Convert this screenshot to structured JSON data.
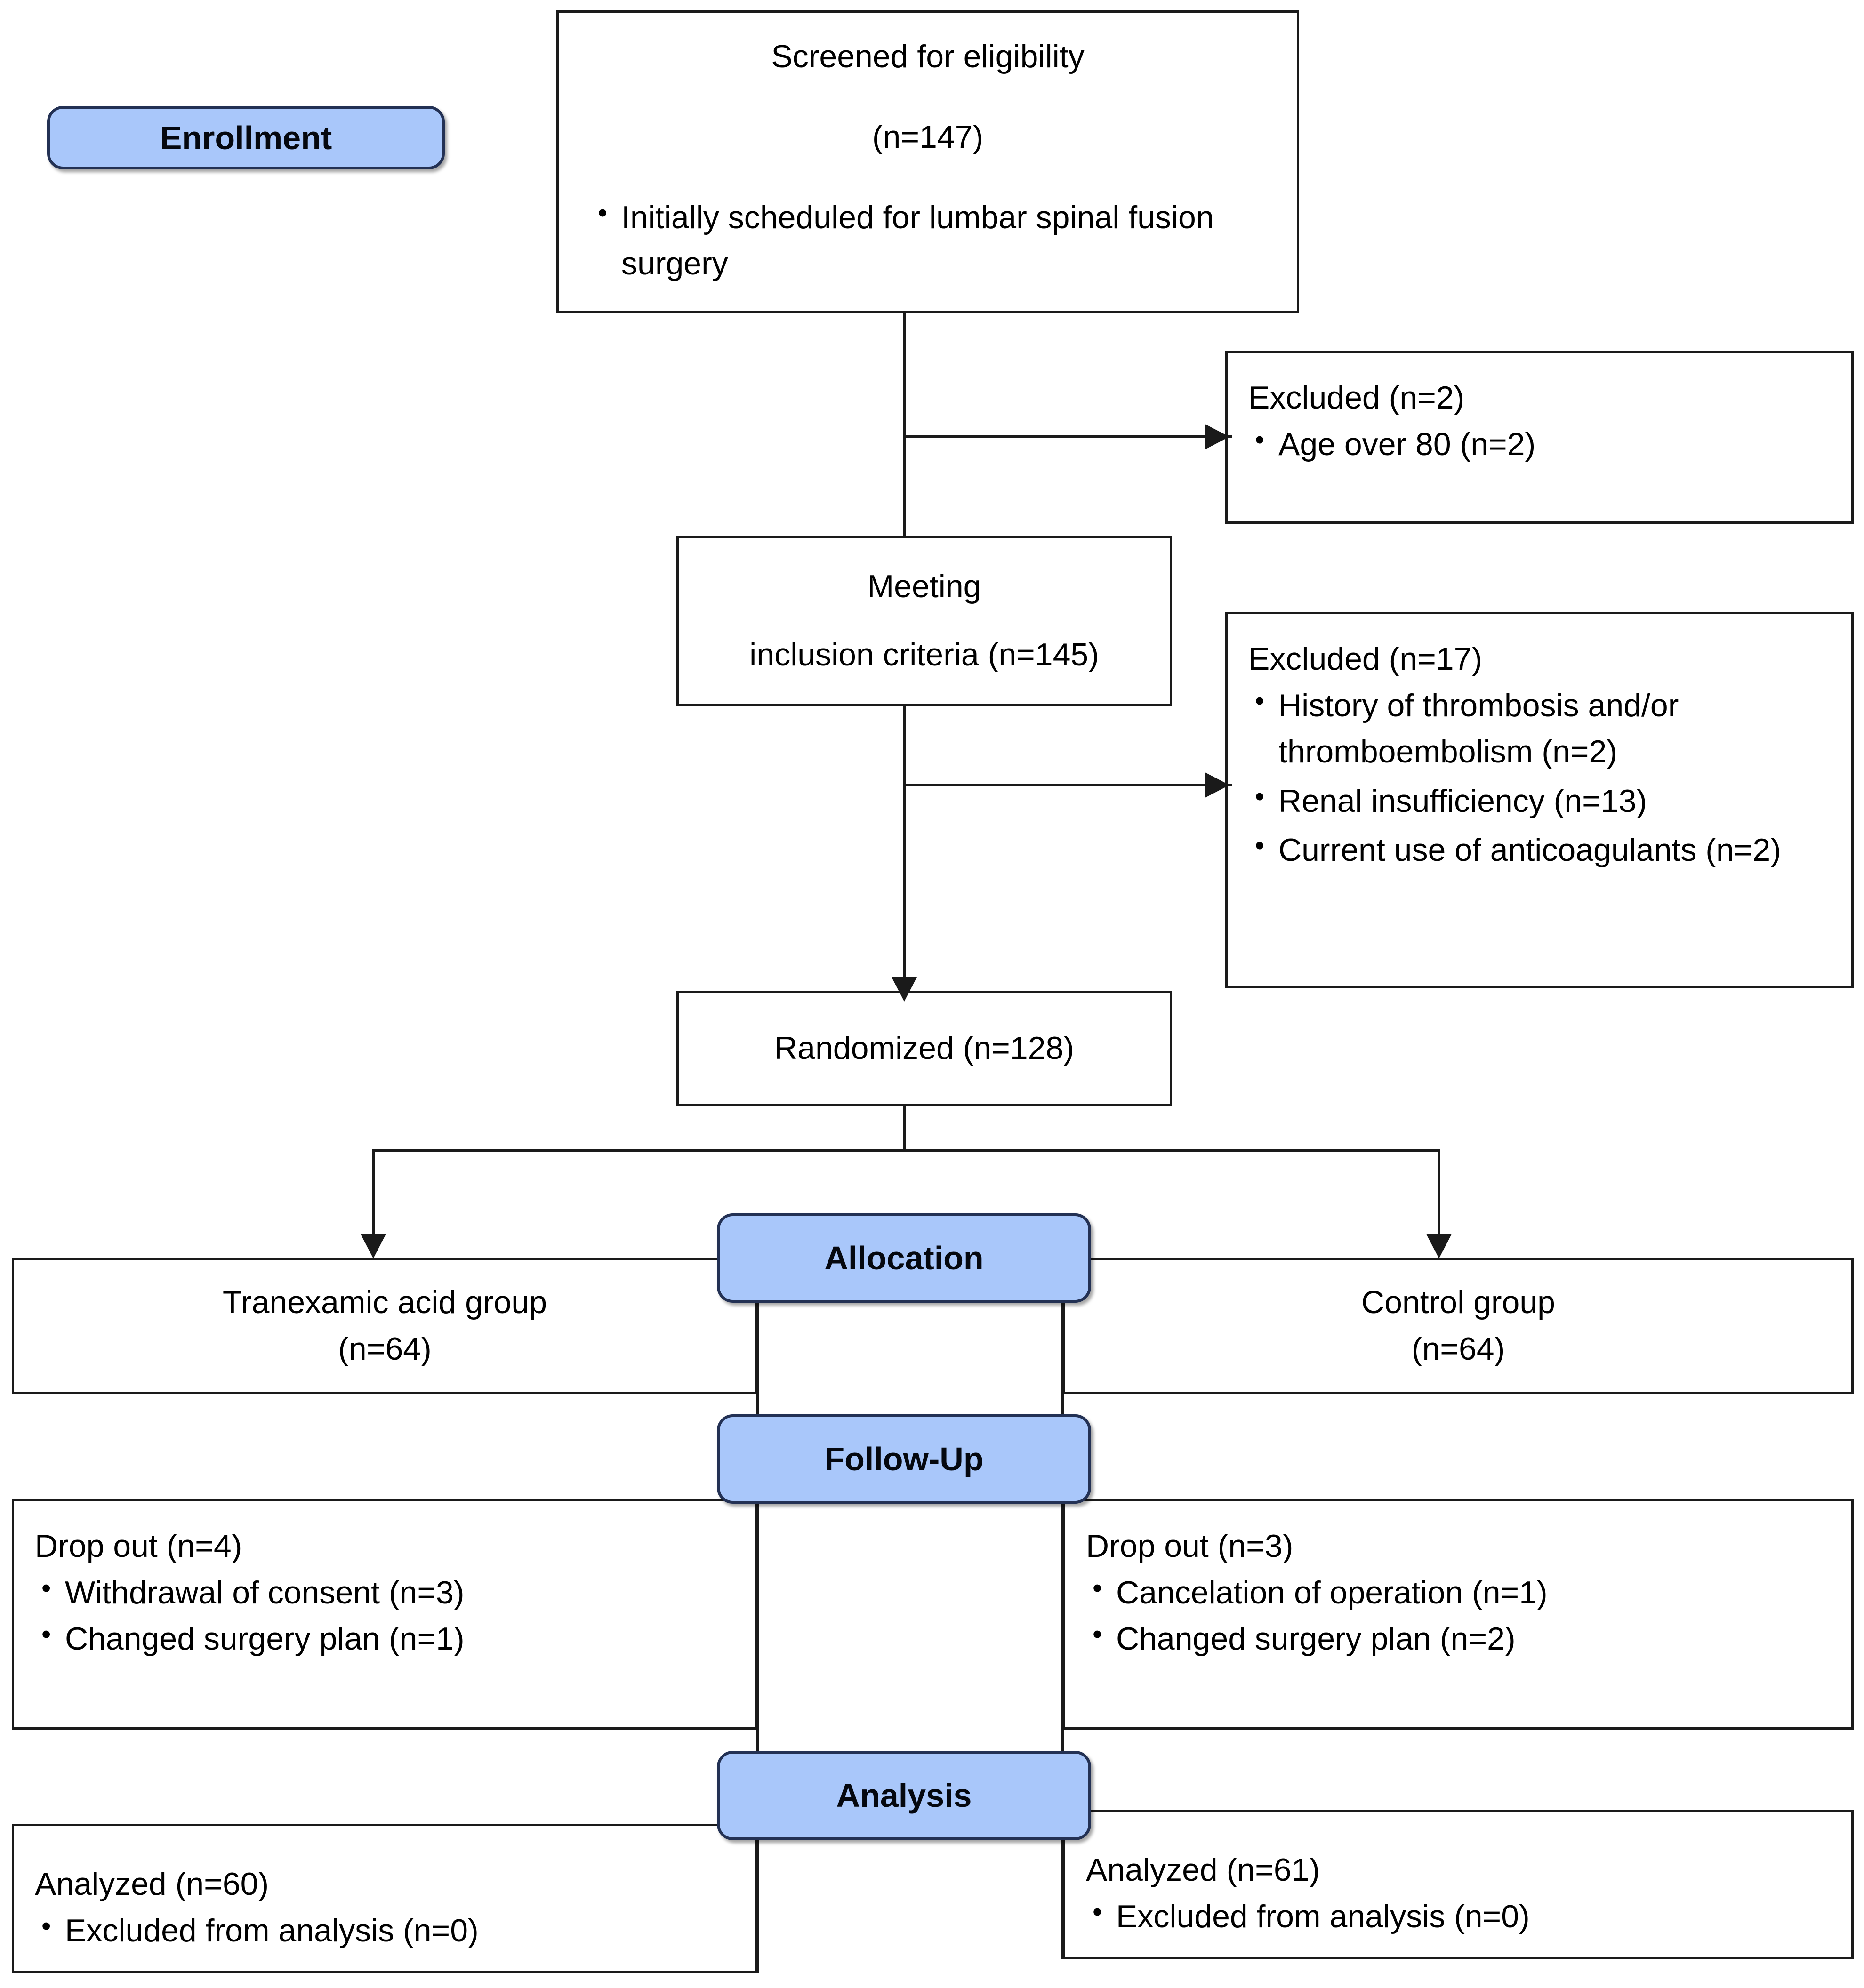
{
  "stages": {
    "enrollment": "Enrollment",
    "allocation": "Allocation",
    "followup": "Follow-Up",
    "analysis": "Analysis"
  },
  "colors": {
    "stage_fill": "#a9c7fa",
    "stage_border": "#233154",
    "box_border": "#1a1a1a",
    "text": "#000000",
    "background": "#ffffff"
  },
  "screened": {
    "title": "Screened for eligibility",
    "count": "(n=147)",
    "bullets": [
      "Initially scheduled for lumbar spinal fusion surgery"
    ]
  },
  "excluded_1": {
    "title": "Excluded (n=2)",
    "bullets": [
      "Age over 80 (n=2)"
    ]
  },
  "inclusion": {
    "line1": "Meeting",
    "line2": "inclusion criteria (n=145)"
  },
  "excluded_2": {
    "title": "Excluded (n=17)",
    "bullets": [
      "History of thrombosis and/or thromboembolism (n=2)",
      "Renal insufficiency (n=13)",
      "Current use of anticoagulants (n=2)"
    ]
  },
  "randomized": {
    "label": "Randomized (n=128)"
  },
  "allocation_groups": {
    "left": {
      "name": "Tranexamic acid group",
      "count": "(n=64)"
    },
    "right": {
      "name": "Control group",
      "count": "(n=64)"
    }
  },
  "followup_groups": {
    "left": {
      "title": "Drop out (n=4)",
      "bullets": [
        "Withdrawal of consent (n=3)",
        "Changed surgery plan (n=1)"
      ]
    },
    "right": {
      "title": "Drop out  (n=3)",
      "bullets": [
        "Cancelation of operation (n=1)",
        "Changed surgery plan (n=2)"
      ]
    }
  },
  "analysis_groups": {
    "left": {
      "title": "Analyzed (n=60)",
      "bullets": [
        "Excluded from analysis (n=0)"
      ]
    },
    "right": {
      "title": "Analyzed (n=61)",
      "bullets": [
        "Excluded from analysis (n=0)"
      ]
    }
  }
}
